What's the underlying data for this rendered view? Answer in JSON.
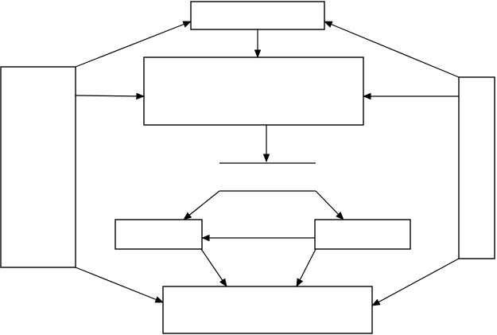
{
  "diagram": {
    "type": "flowchart",
    "colors": {
      "stroke": "#000000",
      "background": "#ffffff"
    },
    "nodes": [
      {
        "id": "top-box",
        "label": ""
      },
      {
        "id": "upper-center-box",
        "label": ""
      },
      {
        "id": "left-side-box",
        "label": ""
      },
      {
        "id": "right-side-box",
        "label": ""
      },
      {
        "id": "middle-left-box",
        "label": ""
      },
      {
        "id": "middle-right-box",
        "label": ""
      },
      {
        "id": "bottom-box",
        "label": ""
      }
    ],
    "edges": [
      {
        "from": "left-side-box",
        "to": "top-box"
      },
      {
        "from": "right-side-box",
        "to": "top-box"
      },
      {
        "from": "top-box",
        "to": "upper-center-box"
      },
      {
        "from": "left-side-box",
        "to": "upper-center-box"
      },
      {
        "from": "right-side-box",
        "to": "upper-center-box"
      },
      {
        "from": "upper-center-box",
        "to": "decision-bars"
      },
      {
        "from": "decision-bars",
        "to": "middle-left-box"
      },
      {
        "from": "decision-bars",
        "to": "middle-right-box"
      },
      {
        "from": "middle-right-box",
        "to": "middle-left-box"
      },
      {
        "from": "middle-left-box",
        "to": "bottom-box"
      },
      {
        "from": "middle-right-box",
        "to": "bottom-box"
      },
      {
        "from": "left-side-box",
        "to": "bottom-box"
      },
      {
        "from": "right-side-box",
        "to": "bottom-box"
      }
    ]
  }
}
